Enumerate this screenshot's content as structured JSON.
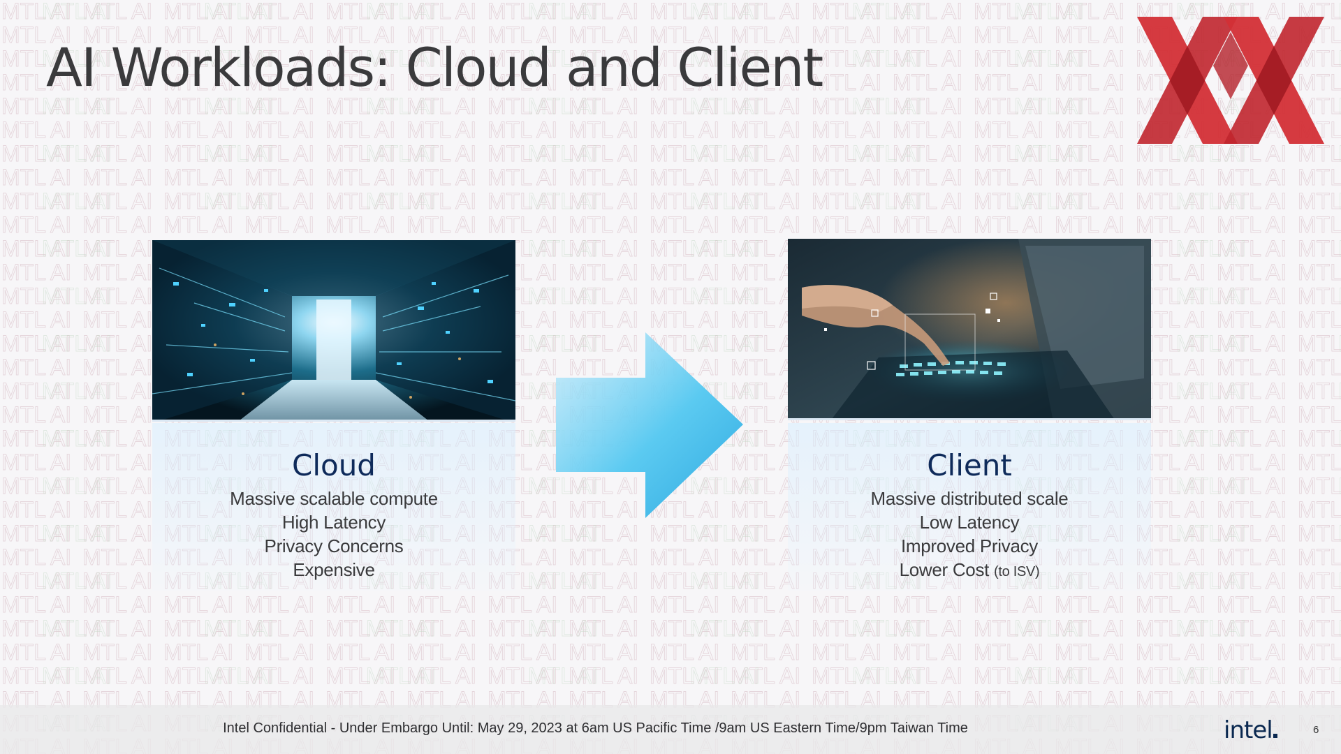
{
  "slide": {
    "title": "AI Workloads: Cloud and Client",
    "watermark_text": "MTL AI",
    "footer": "Intel Confidential - Under Embargo Until: May 29, 2023 at 6am US Pacific Time /9am US Eastern Time/9pm Taiwan Time",
    "brand": "intel",
    "page_number": "6"
  },
  "cloud": {
    "heading": "Cloud",
    "lines": [
      "Massive scalable compute",
      "High Latency",
      "Privacy Concerns",
      "Expensive"
    ]
  },
  "client": {
    "heading": "Client",
    "lines": [
      "Massive distributed scale",
      "Low Latency",
      "Improved Privacy",
      "Lower Cost"
    ],
    "lines_suffix": "(to ISV)"
  },
  "colors": {
    "title_text": "#3a3a3c",
    "heading_navy": "#0e2a5a",
    "logo_red": "#d32f36",
    "arrow_cyan": "#4cc3ef"
  },
  "icons": [
    "xx-logo-icon",
    "right-arrow-icon",
    "data-center-image",
    "laptop-touch-image"
  ]
}
